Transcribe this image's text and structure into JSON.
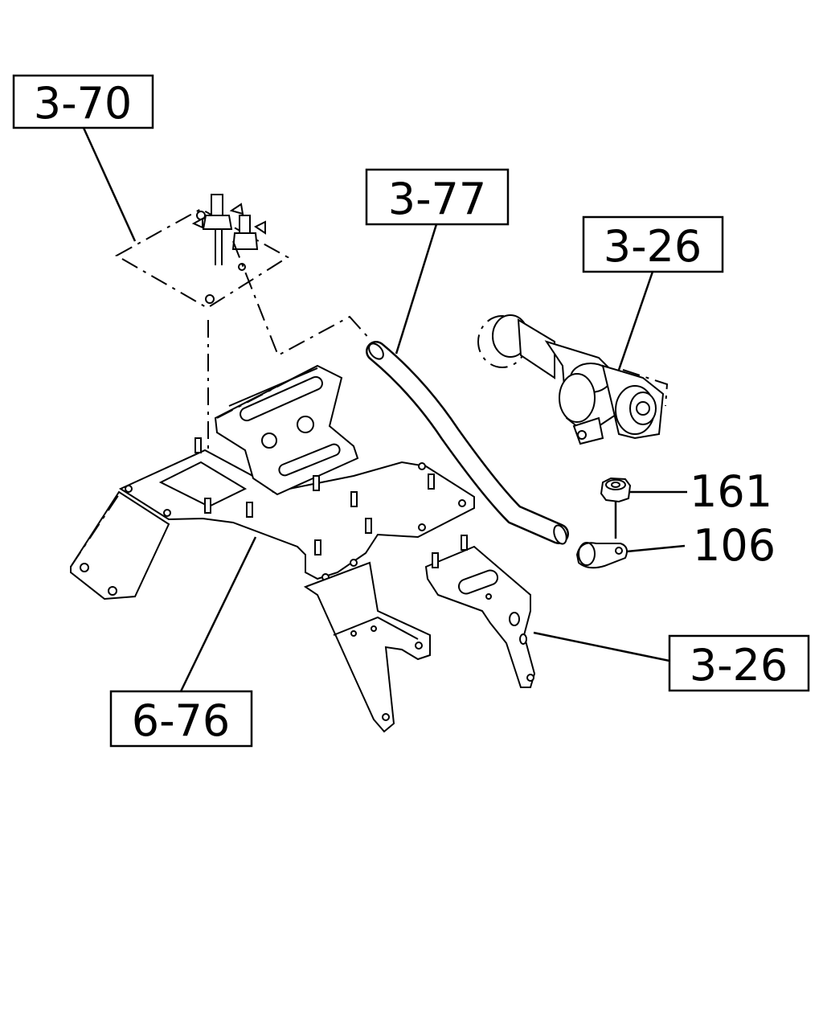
{
  "diagram": {
    "labels": {
      "ref_3_70": "3-70",
      "ref_3_77": "3-77",
      "ref_3_26_top": "3-26",
      "ref_161": "161",
      "ref_106": "106",
      "ref_3_26_bottom": "3-26",
      "ref_6_76": "6-76"
    }
  }
}
